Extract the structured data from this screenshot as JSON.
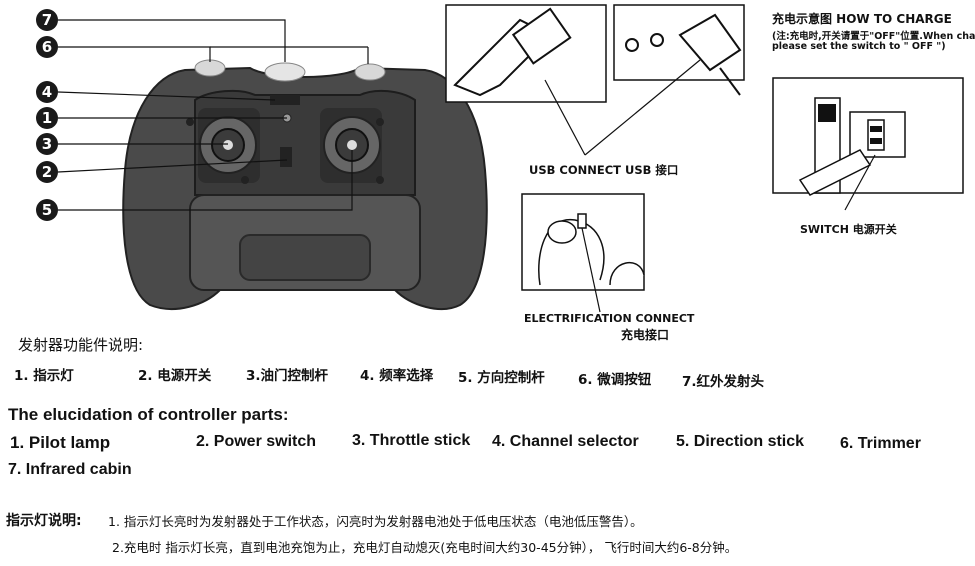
{
  "callouts": [
    "7",
    "6",
    "4",
    "1",
    "3",
    "2",
    "5"
  ],
  "charge": {
    "title": "充电示意图 HOW TO CHARGE",
    "note_line1": "(注:充电时,开关请置于\"OFF\"位置.When charging,",
    "note_line2": "please set the switch to \" OFF \")",
    "switch_label": "SWITCH 电源开关"
  },
  "usb_label": "USB CONNECT  USB 接口",
  "electrification_label_en": "ELECTRIFICATION CONNECT",
  "electrification_label_cn": "充电接口",
  "cn_section": {
    "heading": "发射器功能件说明:",
    "items": [
      "1. 指示灯",
      "2. 电源开关",
      "3.油门控制杆",
      "4. 频率选择",
      "5. 方向控制杆",
      "6. 微调按钮",
      "7.红外发射头"
    ]
  },
  "en_section": {
    "heading": "The elucidation of controller parts:",
    "items": [
      "1. Pilot lamp",
      "2. Power switch",
      "3. Throttle stick",
      "4. Channel selector",
      "5. Direction stick",
      "6. Trimmer",
      "7. Infrared  cabin"
    ]
  },
  "indicator": {
    "heading": "指示灯说明:",
    "line1": "1. 指示灯长亮时为发射器处于工作状态，闪亮时为发射器电池处于低电压状态（电池低压警告）。",
    "line2": "2.充电时 指示灯长亮，直到电池充饱为止，充电灯自动熄灭(充电时间大约30-45分钟），   飞行时间大约6-8分钟。"
  }
}
